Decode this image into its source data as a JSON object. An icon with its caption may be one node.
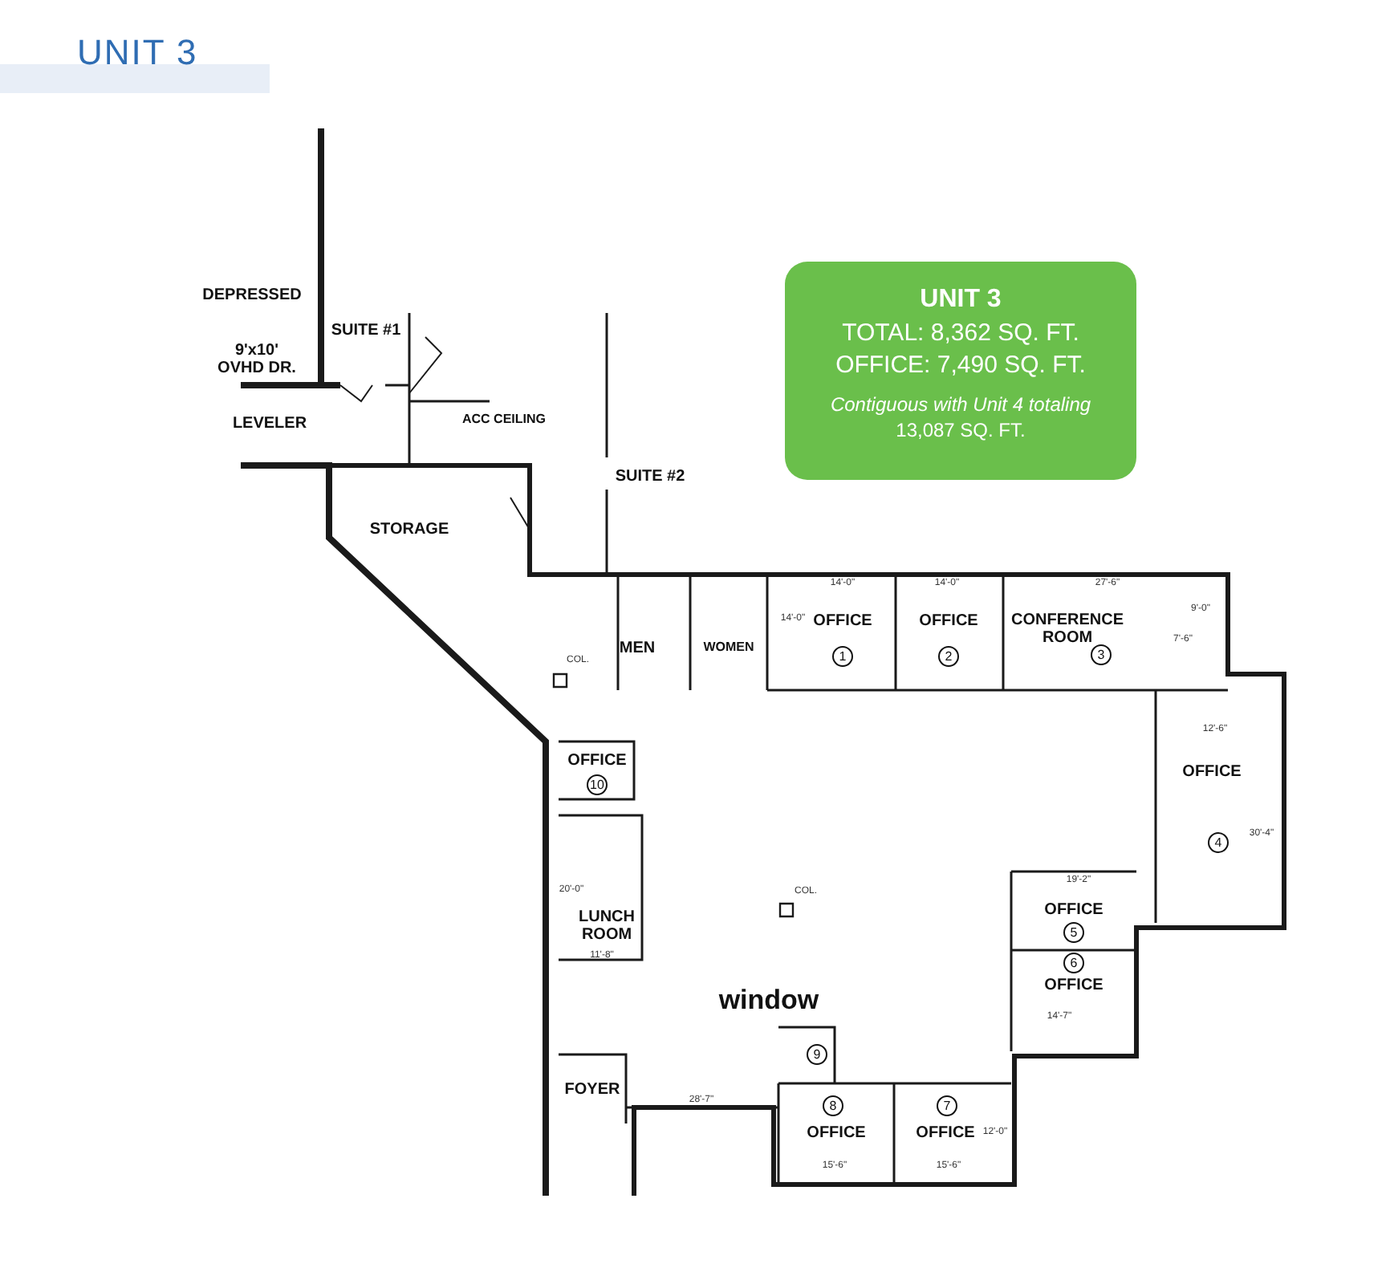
{
  "diagram": {
    "title": "UNIT 3",
    "nodes": [
      {
        "text": [
          "UNIT 3",
          "TOTAL: 8,362 SQ. FT.",
          "OFFICE: 7,490 SQ. FT.",
          "*Contiguous with Unit 4 totaling* 13,087 SQ. FT."
        ]
      }
    ],
    "labels": [
      "DEPRESSED",
      "SUITE #1",
      "9'x10' OVHD DR.",
      "LEVELER",
      "ACC CEILING",
      "SUITE #2",
      "STORAGE",
      "14'-0\"",
      "14'-0\"",
      "27'-6\"",
      "OFFICE",
      "OFFICE",
      "CONFERENCE ROOM",
      "14'-0\"",
      "9'-0\"",
      "MEN",
      "WOMEN",
      "1",
      "2",
      "3",
      "7'-6\"",
      "COL.",
      "12'-6\"",
      "OFFICE",
      "10",
      "OFFICE",
      "4",
      "30'-4\"",
      "LUNCH ROOM",
      "20'-0\"",
      "11'-8\"",
      "COL.",
      "19'-2\"",
      "OFFICE",
      "5",
      "6",
      "OFFICE",
      "14'-7\"",
      "window",
      "9",
      "FOYER",
      "28'-7\"",
      "8",
      "7",
      "OFFICE",
      "OFFICE",
      "15'-6\"",
      "15'-6\"",
      "12'-0\""
    ]
  }
}
